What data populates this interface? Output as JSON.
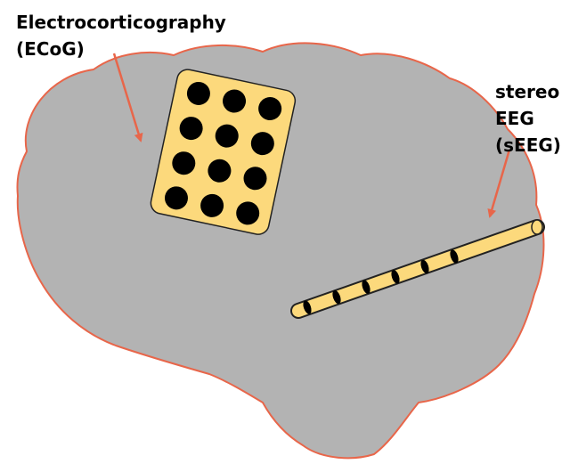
{
  "labels": {
    "ecog_line1": "Electrocorticography",
    "ecog_line2": "(ECoG)",
    "seeg_line1": "stereo",
    "seeg_line2": "EEG",
    "seeg_line3": "(sEEG)"
  },
  "colors": {
    "brain_fill": "#b3b3b3",
    "brain_outline": "#e8664a",
    "electrode_fill": "#fcd97c",
    "electrode_dot": "#000000",
    "arrow": "#e8664a"
  },
  "ecog_grid": {
    "rows": 4,
    "columns": 3,
    "electrode_count": 12
  },
  "seeg_probe": {
    "contact_count": 6
  }
}
